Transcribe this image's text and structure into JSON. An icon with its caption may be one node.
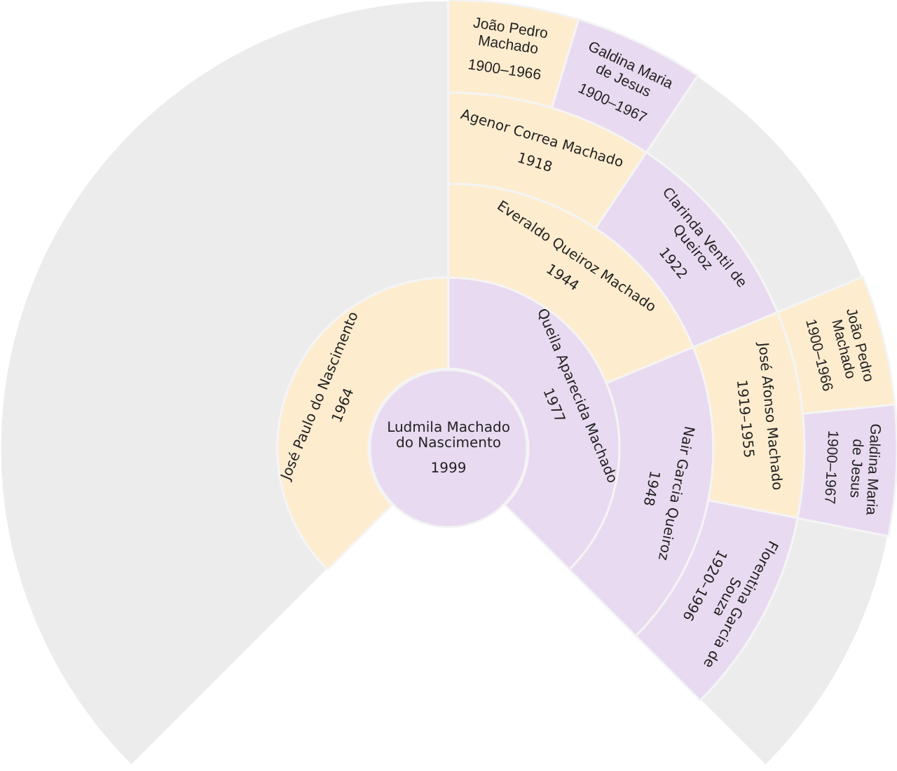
{
  "diagram": {
    "nodes": [
      {
        "text": [
          "Ludmila Machado do Nascimento",
          "1999"
        ]
      },
      {
        "text": [
          "José Paulo do Nascimento",
          "1964"
        ]
      },
      {
        "text": [
          "Queila Aparecida Machado",
          "1977"
        ]
      },
      {
        "text": [
          "Everaldo Queiroz Machado",
          "1944"
        ]
      },
      {
        "text": [
          "Nair Garcia Queiroz",
          "1948"
        ]
      },
      {
        "text": [
          "Agenor Correa Machado",
          "1918"
        ]
      },
      {
        "text": [
          "Clarinda Ventil de Queiroz",
          "1922"
        ]
      },
      {
        "text": [
          "José Afonso Machado",
          "1919–1955"
        ]
      },
      {
        "text": [
          "Florentina Garcia de Souza",
          "1920–1996"
        ]
      },
      {
        "text": [
          "João Pedro Machado",
          "1900–1966"
        ]
      },
      {
        "text": [
          "Galdina Maria de Jesus",
          "1900–1967"
        ]
      },
      {
        "text": [
          "João Pedro Machado",
          "1900–1966"
        ]
      },
      {
        "text": [
          "Galdina Maria de Jesus",
          "1900–1967"
        ]
      }
    ]
  }
}
